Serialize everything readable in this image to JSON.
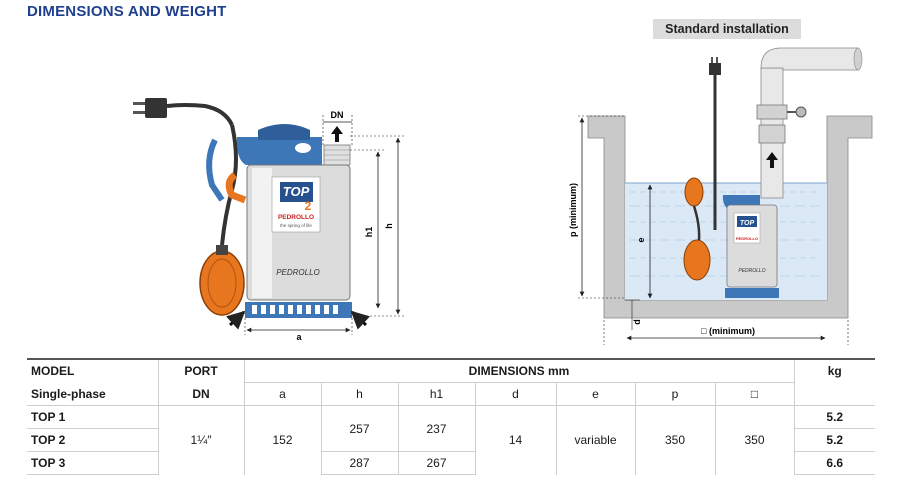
{
  "heading": "DIMENSIONS AND WEIGHT",
  "installation_label": "Standard installation",
  "pump_drawing": {
    "brand": "PEDROLLO",
    "model_badge": "TOP",
    "model_number": "2",
    "tagline": "the spring of life"
  },
  "dim_labels": {
    "dn": "DN",
    "h1": "h1",
    "h": "h",
    "a": "a",
    "p": "p (minimum)",
    "e": "e",
    "d": "d",
    "sq": "□ (minimum)"
  },
  "table": {
    "head1": {
      "model": "MODEL",
      "port": "PORT",
      "dimensions": "DIMENSIONS mm",
      "kg": "kg"
    },
    "head2": {
      "phase": "Single-phase",
      "dn": "DN",
      "a": "a",
      "h": "h",
      "h1": "h1",
      "d": "d",
      "e": "e",
      "p": "p",
      "sq": "□"
    },
    "rows": [
      {
        "model": "TOP 1",
        "kg": "5.2"
      },
      {
        "model": "TOP 2",
        "kg": "5.2"
      },
      {
        "model": "TOP 3",
        "kg": "6.6"
      }
    ],
    "shared": {
      "port": "1¼″",
      "a": "152",
      "h_top12": "257",
      "h1_top12": "237",
      "h_top3": "287",
      "h1_top3": "267",
      "d": "14",
      "e": "variable",
      "p": "350",
      "sq": "350"
    }
  }
}
